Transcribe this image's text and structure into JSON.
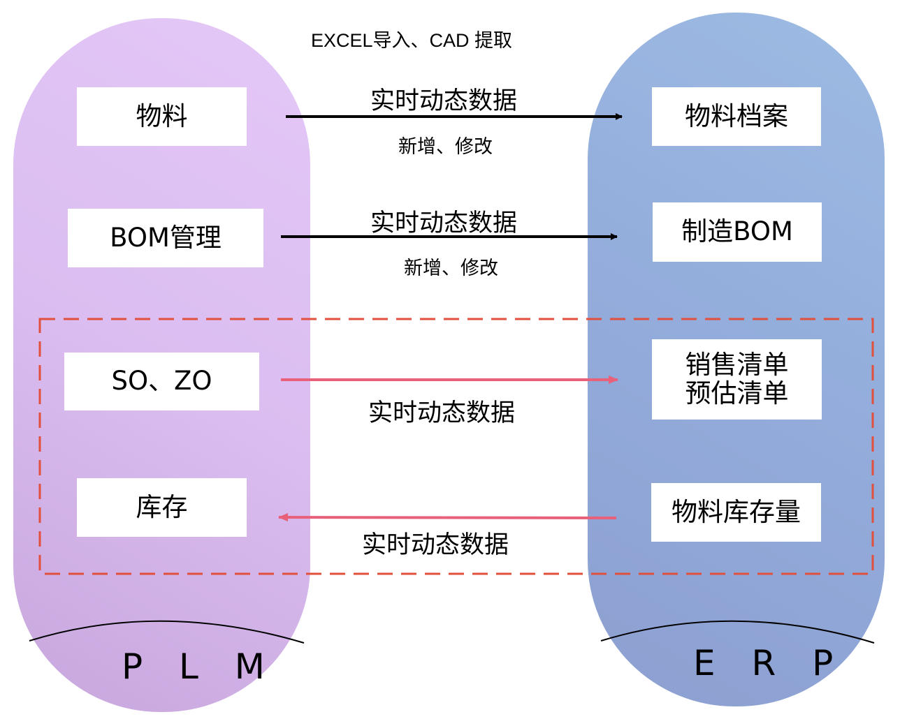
{
  "plm": {
    "name": "P L M",
    "items": [
      "物料",
      "BOM管理",
      "SO、ZO",
      "库存"
    ]
  },
  "erp": {
    "name": "E R P",
    "items": [
      "物料档案",
      "制造BOM",
      "销售清单\n预估清单",
      "物料库存量"
    ]
  },
  "top_note": "EXCEL导入、CAD 提取",
  "flows": [
    {
      "label": "实时动态数据",
      "sub": "新增、修改"
    },
    {
      "label": "实时动态数据",
      "sub": "新增、修改"
    },
    {
      "label": "实时动态数据"
    },
    {
      "label": "实时动态数据"
    }
  ],
  "colors": {
    "plm_fill": "#dbbdf1",
    "erp_fill": "#93acdb",
    "arrow_black": "#000000",
    "arrow_pink": "#e8607a",
    "dashed_frame": "#e0503c"
  }
}
